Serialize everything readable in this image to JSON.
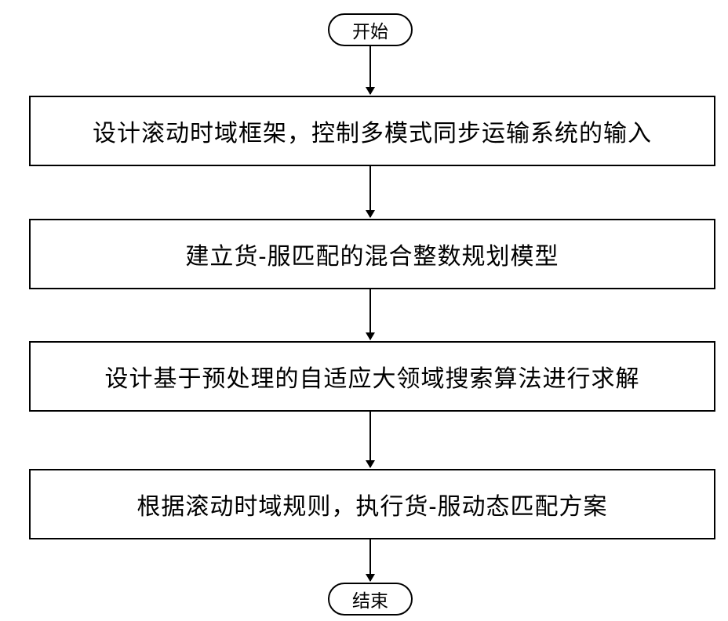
{
  "flowchart": {
    "start_label": "开始",
    "steps": [
      "设计滚动时域框架，控制多模式同步运输系统的输入",
      "建立货-服匹配的混合整数规划模型",
      "设计基于预处理的自适应大领域搜索算法进行求解",
      "根据滚动时域规则，执行货-服动态匹配方案"
    ],
    "end_label": "结束"
  }
}
